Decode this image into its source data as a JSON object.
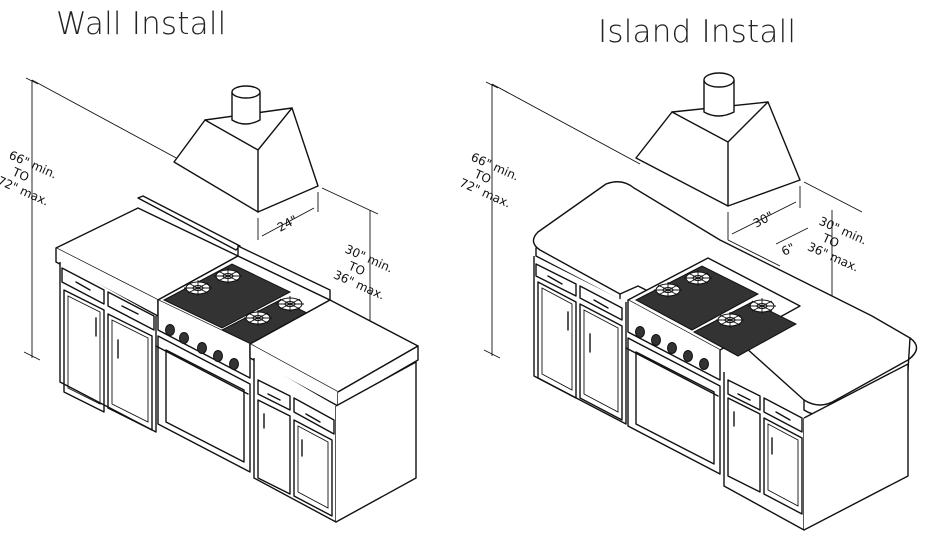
{
  "titles": {
    "wall": "Wall Install",
    "island": "Island Install"
  },
  "wall": {
    "height_dim": [
      "66\" min.",
      "TO",
      "72\" max."
    ],
    "hood_width": "24\"",
    "clearance_dim": [
      "30\" min.",
      "TO",
      "36\" max."
    ]
  },
  "island": {
    "height_dim": [
      "66\" min.",
      "TO",
      "72\" max."
    ],
    "hood_width": "30\"",
    "overhang": "6\"",
    "clearance_dim": [
      "30\" min.",
      "TO",
      "36\" max."
    ]
  }
}
